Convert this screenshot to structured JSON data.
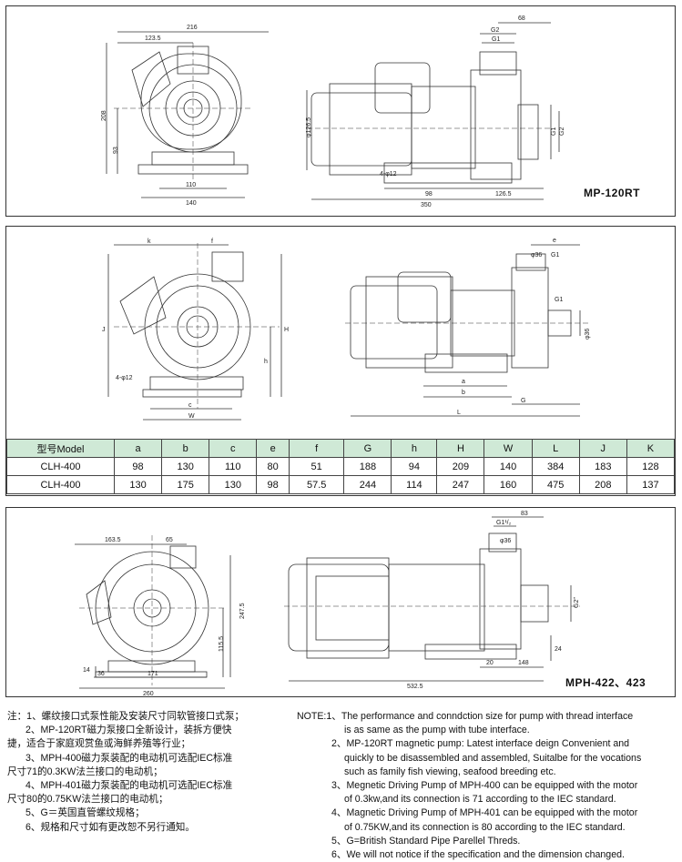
{
  "panel1": {
    "model_label": "MP-120RT",
    "dims": {
      "d216": "216",
      "d123_5": "123.5",
      "d208": "208",
      "d93": "93",
      "d110": "110",
      "d140": "140",
      "d68": "68",
      "g2": "G2",
      "g1": "G1",
      "d126_5_dia": "φ126.5",
      "holes": "4-φ12",
      "d98": "98",
      "d126_5": "126.5",
      "d350": "350"
    }
  },
  "panel2": {
    "dims": {
      "k": "k",
      "f": "f",
      "j": "J",
      "h_big": "H",
      "h_small": "h",
      "holes": "4-φ12",
      "c": "c",
      "w": "W",
      "e": "e",
      "phi36_top": "φ36",
      "g1_top": "G1",
      "g1_mid": "G1",
      "phi36_side": "φ36",
      "a": "a",
      "b": "b",
      "g": "G",
      "l": "L"
    },
    "table": {
      "headers": [
        "型号Model",
        "a",
        "b",
        "c",
        "e",
        "f",
        "G",
        "h",
        "H",
        "W",
        "L",
        "J",
        "K"
      ],
      "rows": [
        [
          "CLH-400",
          "98",
          "130",
          "110",
          "80",
          "51",
          "188",
          "94",
          "209",
          "140",
          "384",
          "183",
          "128"
        ],
        [
          "CLH-400",
          "130",
          "175",
          "130",
          "98",
          "57.5",
          "244",
          "114",
          "247",
          "160",
          "475",
          "208",
          "137"
        ]
      ]
    }
  },
  "panel3": {
    "model_label": "MPH-422、423",
    "dims": {
      "d163_5": "163.5",
      "d65": "65",
      "d247_5": "247.5",
      "d115_5": "115.5",
      "d14": "14",
      "d36": "36",
      "d171": "171",
      "d260": "260",
      "d83": "83",
      "g1": "G1¹/₂",
      "phi36": "φ36",
      "g2": "G2″",
      "d24": "24",
      "d20": "20",
      "d148": "148",
      "d532_5": "532.5"
    }
  },
  "notes_cn": [
    "注：1、螺纹接口式泵性能及安装尺寸同软管接口式泵；",
    "2、MP-120RT磁力泵接口全新设计，装拆方便快",
    "捷，适合于家庭观赏鱼或海鲜养殖等行业；",
    "3、MPH-400磁力泵装配的电动机可选配IEC标准",
    "尺寸71的0.3KW法兰接口的电动机；",
    "4、MPH-401磁力泵装配的电动机可选配IEC标准",
    "尺寸80的0.75KW法兰接口的电动机；",
    "5、G＝英国直管螺纹规格；",
    "6、规格和尺寸如有更改恕不另行通知。"
  ],
  "notes_en": [
    "NOTE:1、The performance and conndction size for pump with thread interface",
    "is as same as the pump with tube interface.",
    "2、MP-120RT magnetic pump: Latest interface deign Convenient and",
    "quickly to be disassembled and assembled, Suitalbe for the vocations",
    "such as family fish viewing, seafood breeding etc.",
    "3、Megnetic Driving Pump of MPH-400 can be equipped with the motor",
    "of 0.3kw,and its connection is 71 according to the IEC standard.",
    "4、Magnetic Driving Pump of MPH-401 can be equipped with the motor",
    "of 0.75KW,and its connection is 80 according to the IEC standard.",
    "5、G=British Standard Pipe Parellel Threds.",
    "6、We will not notice if the specification and the dimension changed."
  ]
}
